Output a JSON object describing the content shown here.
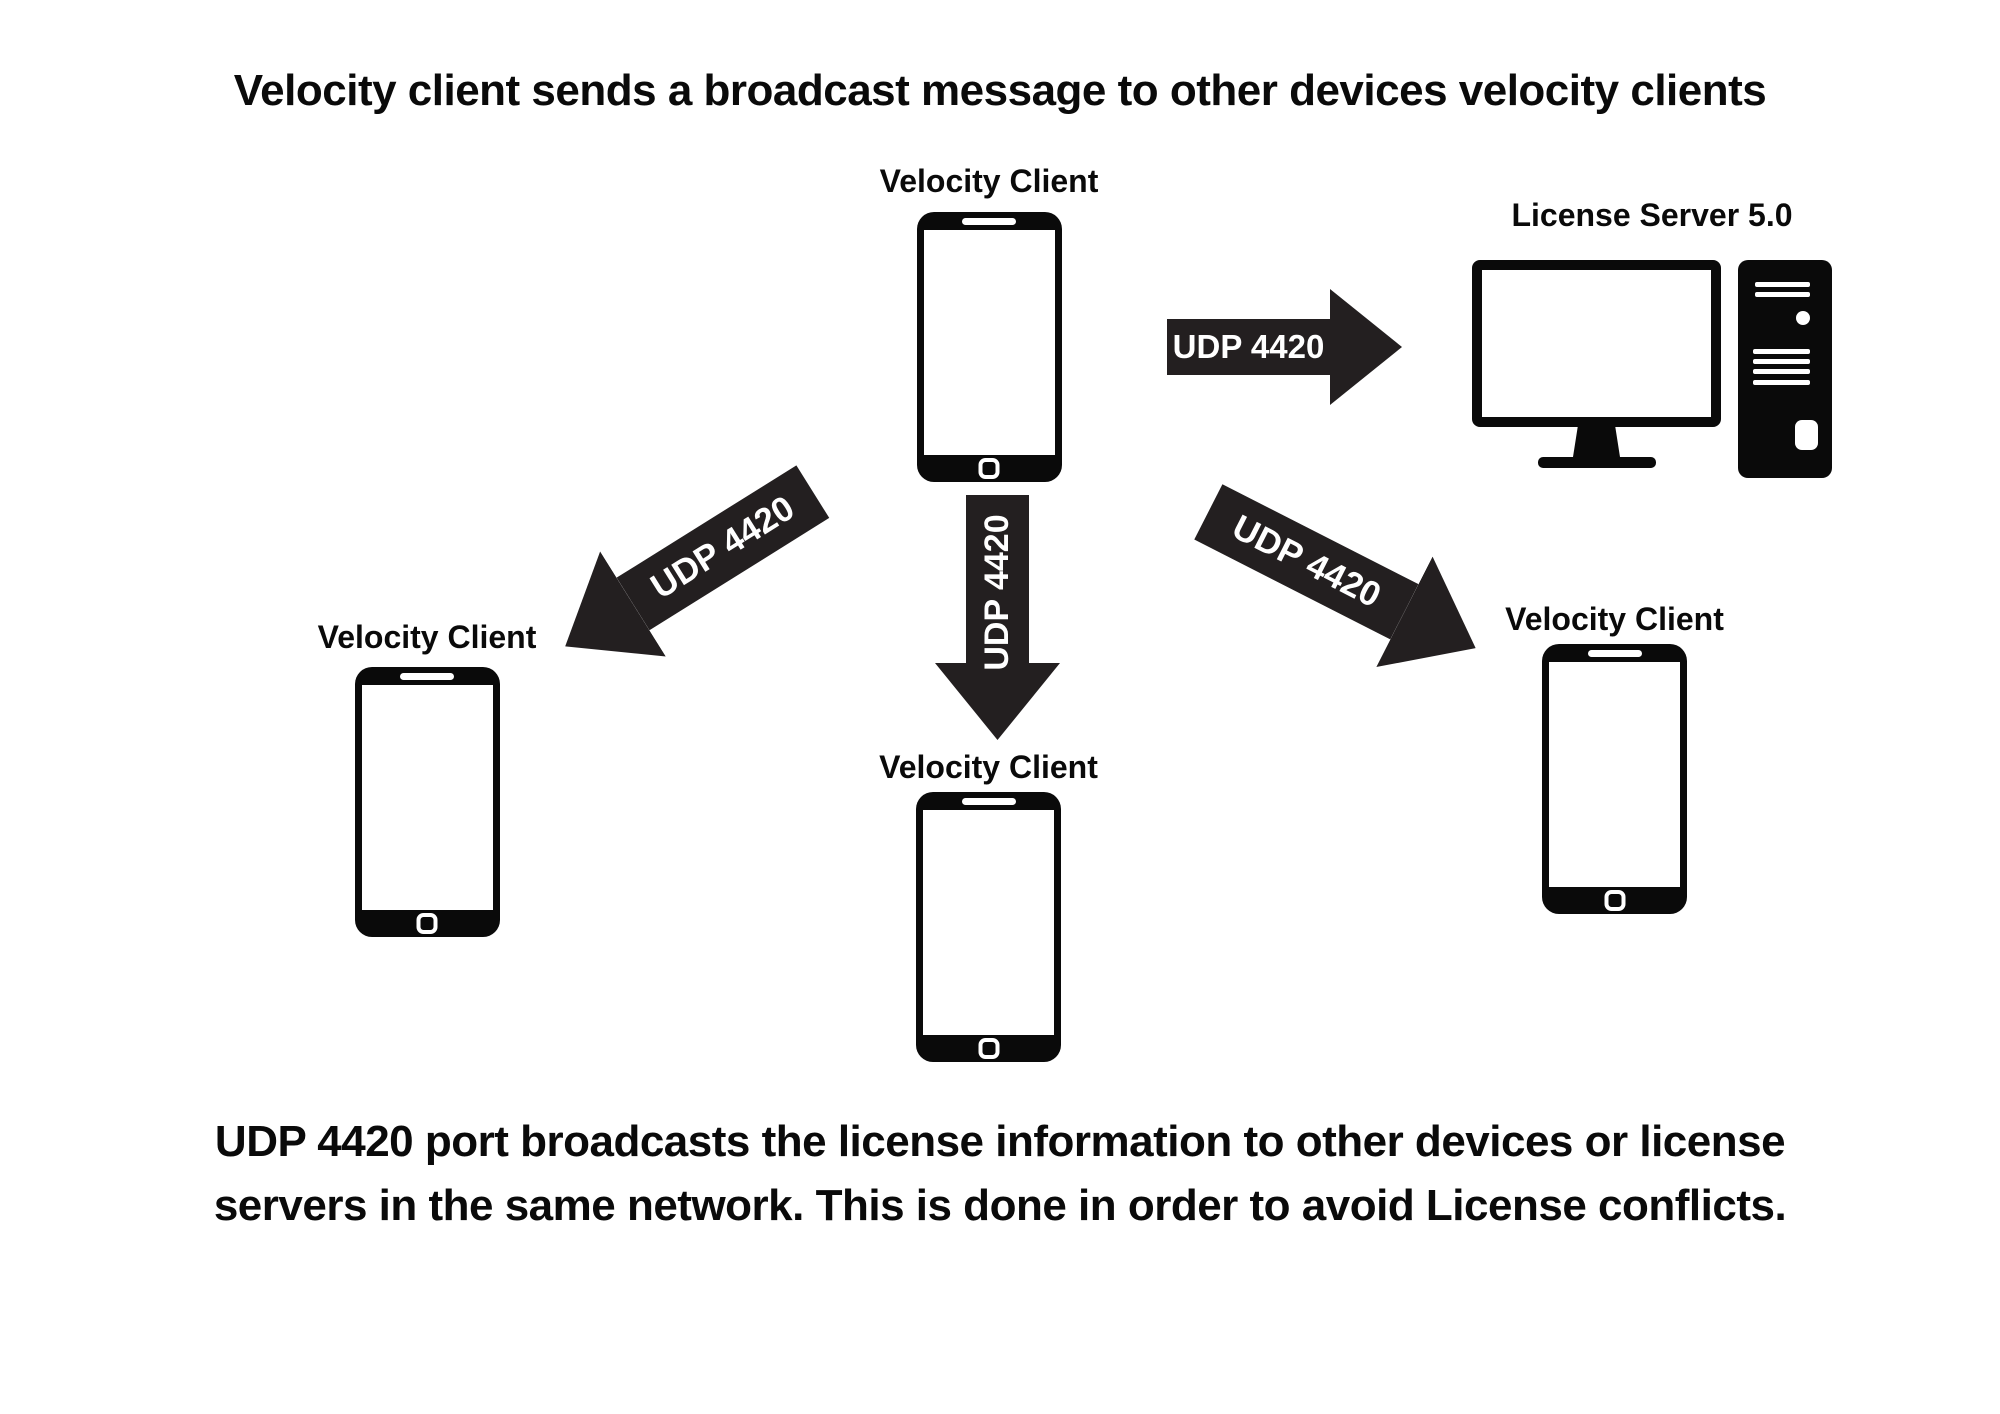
{
  "title": "Velocity client sends a broadcast message to other devices velocity clients",
  "devices": {
    "center_client": {
      "label": "Velocity Client",
      "icon": "smartphone-icon"
    },
    "license_server": {
      "label": "License Server 5.0",
      "icon": "desktop-computer-icon"
    },
    "left_client": {
      "label": "Velocity Client",
      "icon": "smartphone-icon"
    },
    "bottom_client": {
      "label": "Velocity Client",
      "icon": "smartphone-icon"
    },
    "right_client": {
      "label": "Velocity Client",
      "icon": "smartphone-icon"
    }
  },
  "arrows": {
    "to_server": {
      "label": "UDP 4420",
      "direction": "right"
    },
    "to_left_client": {
      "label": "UDP 4420",
      "direction": "down-left"
    },
    "to_bottom_client": {
      "label": "UDP 4420",
      "direction": "down"
    },
    "to_right_client": {
      "label": "UDP 4420",
      "direction": "down-right"
    }
  },
  "footer": {
    "line1": "UDP 4420 port broadcasts the license information to other devices or license",
    "line2": "servers in the same network. This is done in order to avoid License conflicts."
  },
  "colors": {
    "background": "#ffffff",
    "ink": "#0a0a0a",
    "arrow_fill": "#231f20",
    "arrow_text": "#ffffff"
  }
}
